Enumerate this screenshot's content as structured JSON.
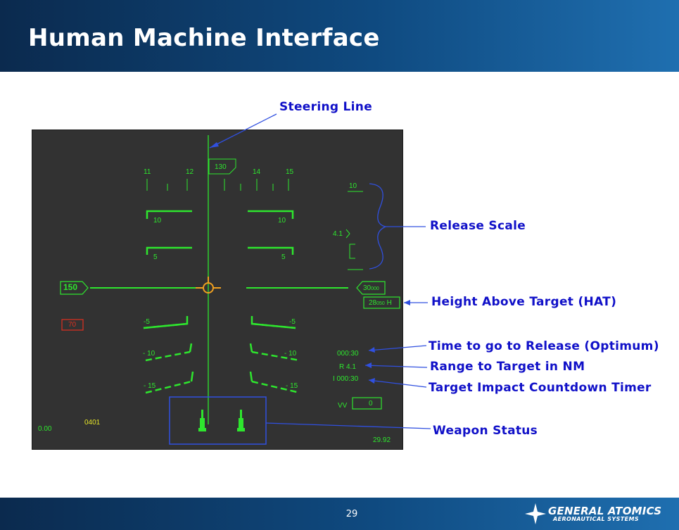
{
  "slide": {
    "title": "Human Machine Interface",
    "page_number": "29"
  },
  "logo": {
    "line1": "GENERAL ATOMICS",
    "line2": "AERONAUTICAL SYSTEMS"
  },
  "hud": {
    "heading_scale": [
      "11",
      "12",
      "14",
      "15"
    ],
    "heading_value": "130",
    "pitch_ladder": {
      "plus_10": "10",
      "plus_5": "5",
      "minus_5": "-5",
      "minus_10": "- 10",
      "minus_15": "- 15"
    },
    "airspeed": "150",
    "altitude": "30",
    "altitude_small": "000",
    "hat_value": "28",
    "hat_small": "050",
    "hat_unit": "H",
    "red_box_value": "70",
    "release_scale_top": "10",
    "release_scale_marker": "4.1",
    "time_to_go": "000:30",
    "range_to_target": "R 4.1",
    "impact_timer": "I 000:30",
    "vv_label": "VV",
    "vv_value": "0",
    "bottom_left_value": "0.00",
    "bottom_left_code": "0401",
    "bottom_right_value": "29.92"
  },
  "callouts": {
    "steering_line": "Steering Line",
    "release_scale": "Release Scale",
    "hat": "Height Above Target (HAT)",
    "time_to_go": "Time to go to Release (Optimum)",
    "range": "Range to Target in NM",
    "impact_timer": "Target Impact Countdown Timer",
    "weapon_status": "Weapon Status"
  },
  "colors": {
    "hud_green": "#2ee62e",
    "hud_background": "#323232",
    "callout_blue": "#1010c8",
    "reticle_orange": "#f0a020",
    "warning_red": "#e03020",
    "yellow_text": "#e6e628",
    "header_blue": "#0f4a80"
  }
}
